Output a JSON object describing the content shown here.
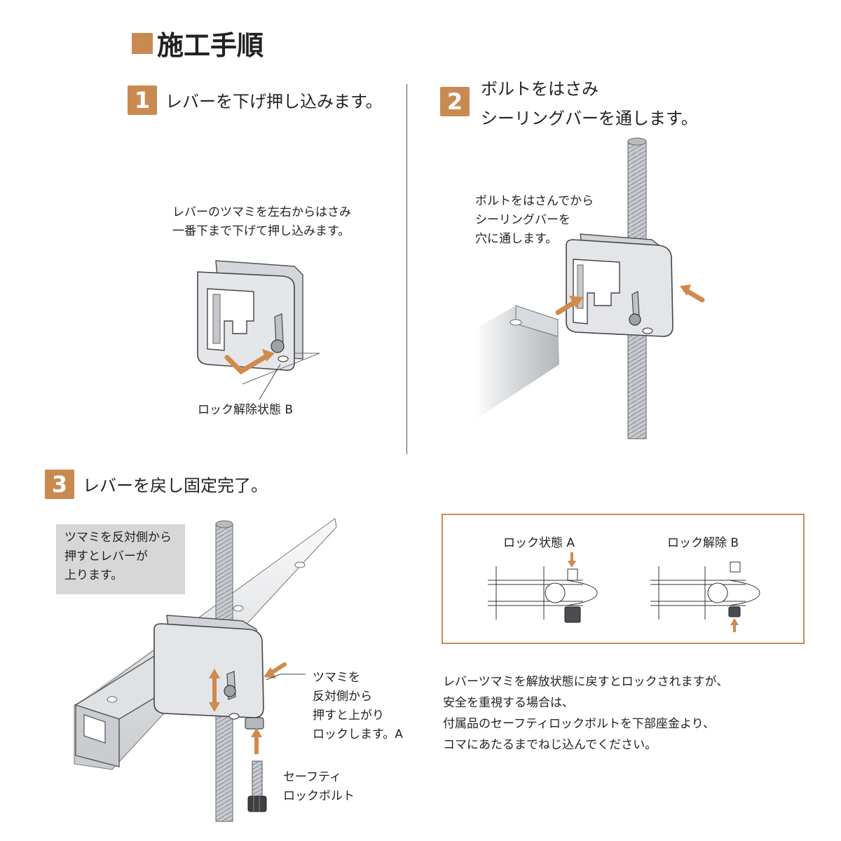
{
  "title": "施工手順",
  "step1": {
    "number": "1",
    "heading": "レバーを下げ押し込みます。",
    "note_line1": "レバーのツマミを左右からはさみ",
    "note_line2": "一番下まで下げて押し込みます。",
    "caption": "ロック解除状態 B"
  },
  "step2": {
    "number": "2",
    "heading_line1": "ボルトをはさみ",
    "heading_line2": "シーリングバーを通します。",
    "note_line1": "ボルトをはさんでから",
    "note_line2": "シーリングバーを",
    "note_line3": "穴に通します。"
  },
  "step3": {
    "number": "3",
    "heading": "レバーを戻し固定完了。",
    "box_line1": "ツマミを反対側から",
    "box_line2": "押すとレバーが",
    "box_line3": "上ります。",
    "callout_line1": "ツマミを",
    "callout_line2": "反対側から",
    "callout_line3": "押すと上がり",
    "callout_line4": "ロックします。A",
    "bolt_line1": "セーフティ",
    "bolt_line2": "ロックボルト"
  },
  "lock_diagram": {
    "state_a": "ロック状態 A",
    "state_b": "ロック解除 B"
  },
  "notice": {
    "line1": "レバーツマミを解放状態に戻すとロックされますが、",
    "line2": "安全を重視する場合は、",
    "line3": "付属品のセーフティロックボルトを下部座金より、",
    "line4": "コマにあたるまでねじ込んでください。"
  },
  "colors": {
    "accent": "#c98a52",
    "metal": "#cfd2d6",
    "grey_box": "#d7d7d7"
  }
}
